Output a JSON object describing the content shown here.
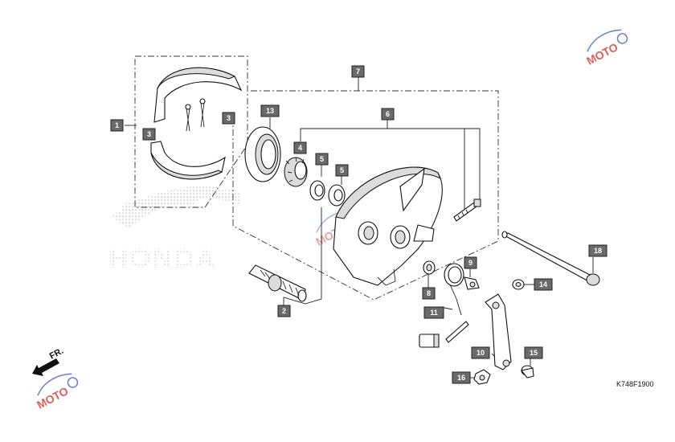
{
  "diagram": {
    "code": "K748F1900",
    "fr_label": "FR.",
    "watermark_text": "HONDA",
    "badge_text": "MOTO",
    "callouts": [
      "1",
      "2",
      "3",
      "3",
      "4",
      "5",
      "5",
      "6",
      "7",
      "8",
      "9",
      "10",
      "11",
      "13",
      "14",
      "15",
      "16",
      "18"
    ]
  },
  "colors": {
    "callout_fill": "#6a6a6a",
    "watermark": "#d4d4d4",
    "badge_red": "#e06060",
    "badge_blue": "#6a7fd0"
  }
}
